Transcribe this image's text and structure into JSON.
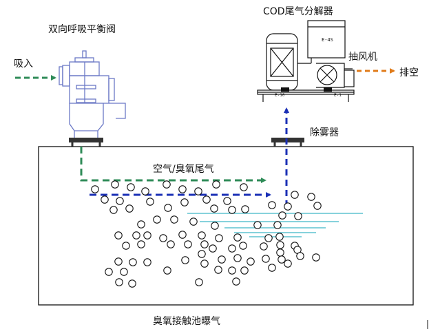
{
  "labels": {
    "valve": "双向呼吸平衡阀",
    "inlet": "吸入",
    "cod": "COD尾气分解器",
    "fan": "抽风机",
    "exhaust": "排空",
    "demister": "除雾器",
    "flow": "空气/臭氧尾气",
    "tank": "臭氧接触池曝气"
  },
  "equipment_tags": {
    "tank_e4s": "E-4S",
    "tower": "E-10",
    "fan": "E-1"
  },
  "colors": {
    "green_flow": "#2e8b57",
    "blue_flow": "#1a2fb5",
    "orange_flow": "#e07b1a",
    "bubble_line": "#3fb8c8",
    "valve": "#6b78c6",
    "line": "#111111"
  }
}
